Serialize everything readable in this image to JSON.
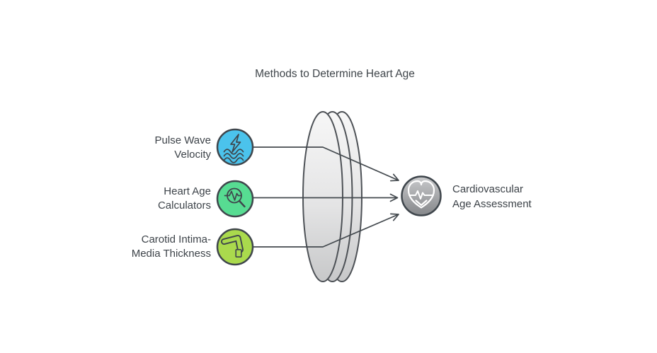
{
  "title": "Methods to Determine Heart Age",
  "methods": [
    {
      "label_line1": "Pulse Wave",
      "label_line2": "Velocity",
      "icon": "lightning-waves-icon",
      "color": "#4bc3ec"
    },
    {
      "label_line1": "Heart Age",
      "label_line2": "Calculators",
      "icon": "magnifier-pulse-icon",
      "color": "#57dc92"
    },
    {
      "label_line1": "Carotid Intima-",
      "label_line2": "Media Thickness",
      "icon": "artery-icon",
      "color": "#aada4d"
    }
  ],
  "result": {
    "label_line1": "Cardiovascular",
    "label_line2": "Age Assessment",
    "icon": "heart-pulse-icon"
  },
  "colors": {
    "node_border": "#3f464c",
    "connector": "#444a4f",
    "text": "#3d4349",
    "lens_stroke": "#4e5257",
    "lens_fill_top": "#f7f7f7",
    "lens_fill_bottom": "#c7c8c9",
    "result_fill_top": "#c9cacc",
    "result_fill_bottom": "#85878a",
    "background": "#ffffff"
  }
}
